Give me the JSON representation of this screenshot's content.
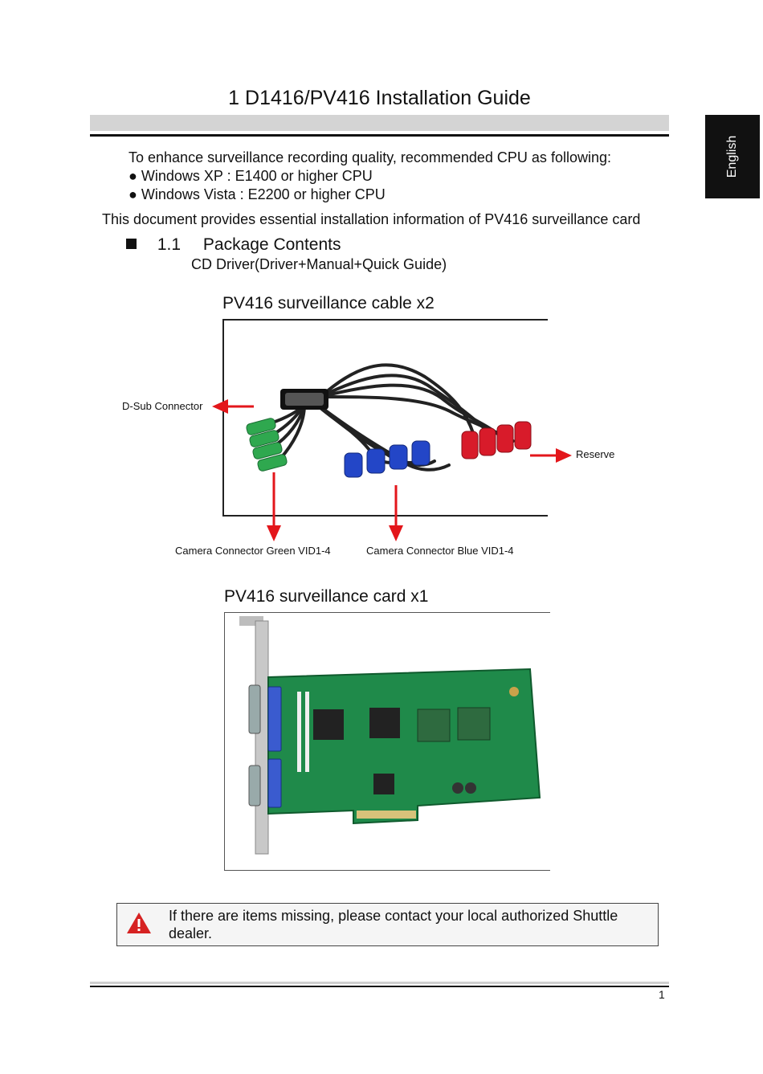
{
  "title": "1  D1416/PV416 Installation Guide",
  "side_tab": "English",
  "intro": {
    "line": "To enhance surveillance recording quality, recommended CPU as following:",
    "bullets": [
      "Windows XP : E1400 or higher CPU",
      "Windows Vista : E2200 or higher CPU"
    ],
    "doc_line": "This document provides essential installation information of PV416 surveillance card"
  },
  "section": {
    "number": "1.1",
    "heading": "Package Contents",
    "item1": "CD Driver(Driver+Manual+Quick Guide)"
  },
  "cable": {
    "caption": "PV416 surveillance cable x2",
    "labels": {
      "dsub": "D-Sub Connector",
      "reserve": "Reserve",
      "green": "Camera Connector Green VID1-4",
      "blue": "Camera Connector Blue VID1-4"
    }
  },
  "card": {
    "caption": "PV416 surveillance card x1"
  },
  "note": "If there are items missing, please contact your local authorized Shuttle dealer.",
  "page_number": "1",
  "colors": {
    "arrow": "#e3161b",
    "tab": "#111111",
    "pcb": "#1f8a4a"
  }
}
